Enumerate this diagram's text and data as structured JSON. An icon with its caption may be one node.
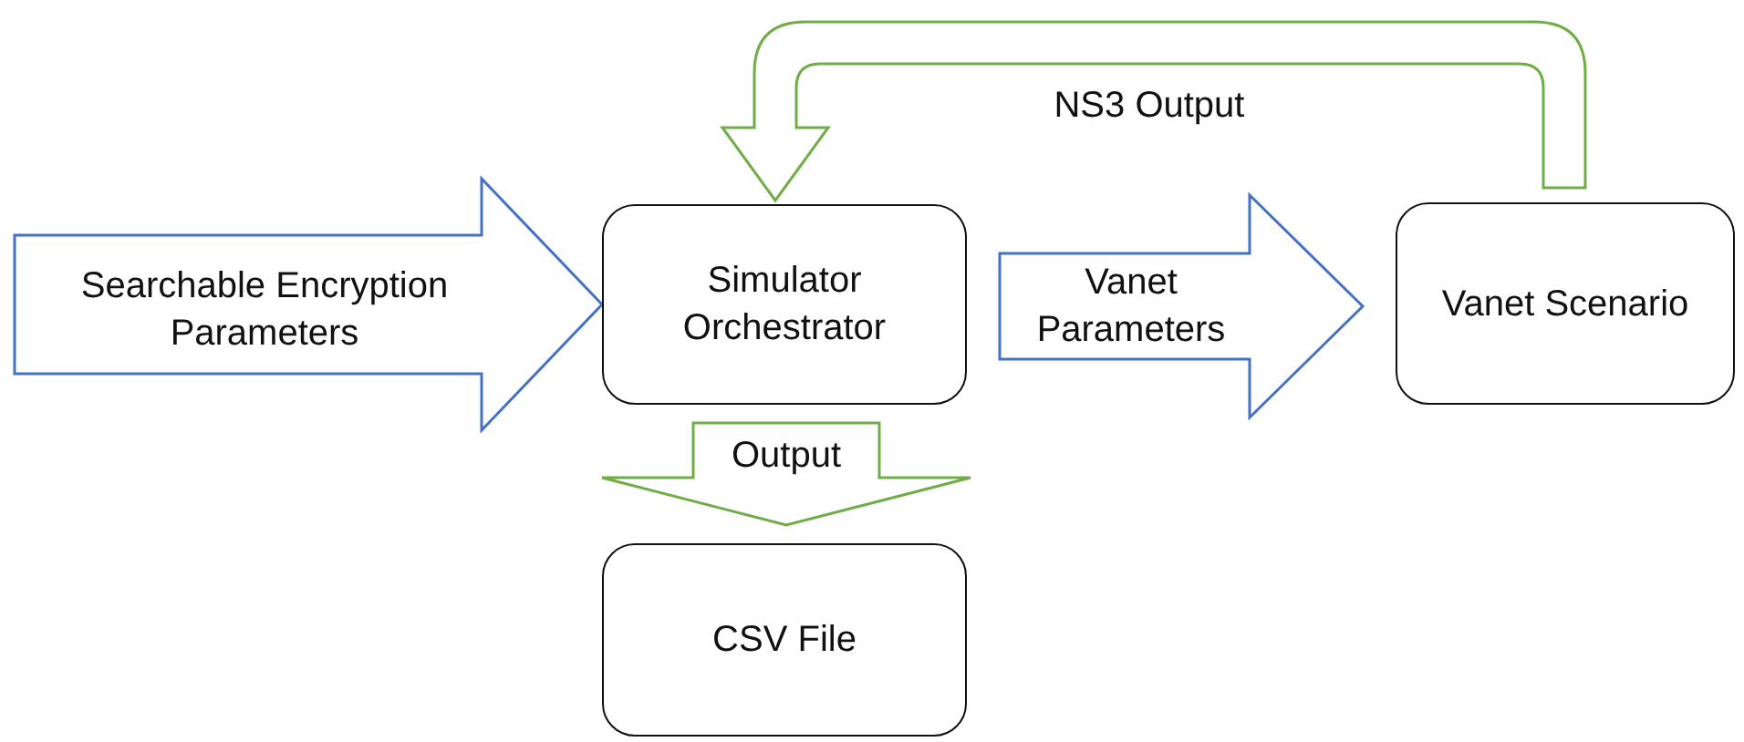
{
  "diagram": {
    "nodes": [
      {
        "text": [
          "Simulator Orchestrator"
        ]
      },
      {
        "text": [
          "Vanet Scenario"
        ]
      },
      {
        "text": [
          "CSV File"
        ]
      }
    ],
    "edges": [
      {
        "from": null,
        "to": 0,
        "arrow": "to",
        "label": "Searchable Encryption Parameters",
        "style": "thick",
        "color": "#4472c4"
      },
      {
        "from": 0,
        "to": 1,
        "arrow": "to",
        "label": "Vanet Parameters",
        "style": "thick",
        "color": "#4472c4"
      },
      {
        "from": 0,
        "to": 2,
        "arrow": "to",
        "label": "Output",
        "style": "thick",
        "color": "#70ad47"
      },
      {
        "from": 1,
        "to": 0,
        "arrow": "to",
        "label": "NS3 Output",
        "style": "thick",
        "color": "#70ad47"
      }
    ]
  }
}
